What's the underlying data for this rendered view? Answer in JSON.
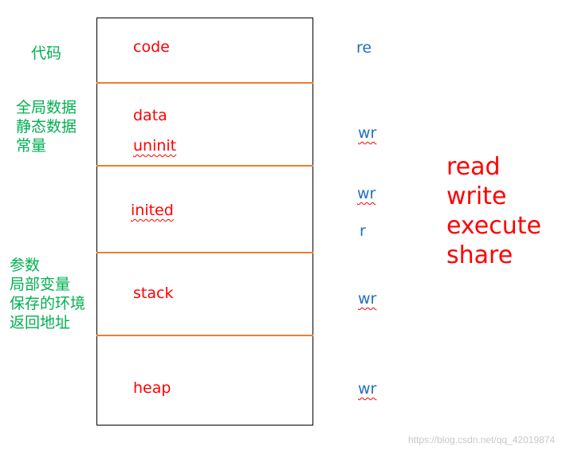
{
  "left_notes": {
    "code": "代码",
    "data_lines": [
      "全局数据",
      "静态数据",
      "常量"
    ],
    "stack_lines": [
      "参数",
      "局部变量",
      "保存的环境",
      "返回地址"
    ]
  },
  "segments": {
    "code": "code",
    "data": "data",
    "uninit": "uninit",
    "inited": "inited",
    "stack": "stack",
    "heap": "heap"
  },
  "permissions": [
    "re",
    "wr",
    "wr",
    "r",
    "wr",
    "wr"
  ],
  "legend": [
    "read",
    "write",
    "execute",
    "share"
  ],
  "watermark": "https://blog.csdn.net/qq_42019874",
  "colors": {
    "note_green": "#00b050",
    "segment_red": "#ff0000",
    "permission_blue": "#1f6fc4",
    "divider_orange": "#ed7d31"
  }
}
